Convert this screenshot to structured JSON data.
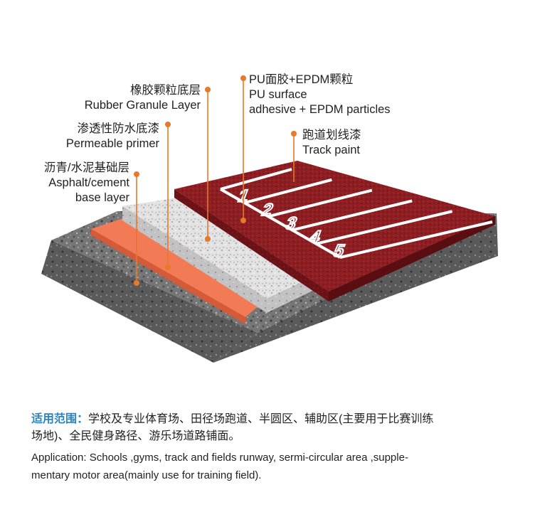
{
  "layers": [
    {
      "zh": "橡胶颗粒底层",
      "en": [
        "Rubber Granule Layer"
      ]
    },
    {
      "zh": "渗透性防水底漆",
      "en": [
        "Permeable primer"
      ]
    },
    {
      "zh": "沥青/水泥基础层",
      "en": [
        "Asphalt/cement",
        "base layer"
      ]
    },
    {
      "zh": "PU面胶+EPDM颗粒",
      "en": [
        "PU surface",
        "adhesive + EPDM particles"
      ]
    },
    {
      "zh": "跑道划线漆",
      "en": [
        "Track paint"
      ]
    }
  ],
  "lane_numbers": [
    "1",
    "2",
    "3",
    "4",
    "5"
  ],
  "colors": {
    "callout": "#e8782a",
    "track_red": "#8e1e22",
    "primer": "#f27a55",
    "granule": "#dcdcdc",
    "asphalt": "#707070",
    "heading_blue": "#2a84c2"
  },
  "application": {
    "zh_head": "适用范围：",
    "zh_line1": "学校及专业体育场、田径场跑道、半圆区、辅助区(主要用于比赛训练",
    "zh_line2": "场地)、全民健身路径、游乐场道路铺面。",
    "en_line1": "Application: Schools ,gyms, track and fields runway, sermi-circular area ,supple-",
    "en_line2": "mentary motor area(mainly use for training field)."
  }
}
